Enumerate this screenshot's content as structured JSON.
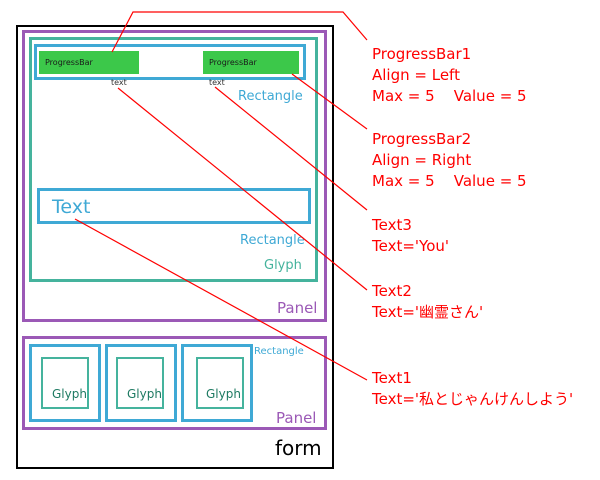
{
  "diagram": {
    "form_label": "form",
    "panel_label": "Panel",
    "rectangle_label": "Rectangle",
    "glyph_label": "Glyph",
    "progressbar_label": "ProgressBar",
    "small_text_label": "text",
    "text_label": "Text",
    "cells": [
      {
        "label": "Glyph"
      },
      {
        "label": "Glyph"
      },
      {
        "label": "Glyph"
      }
    ]
  },
  "annotations": {
    "progressbar1": {
      "name": "ProgressBar1",
      "line2": "Align = Left",
      "line3": "Max = 5    Value = 5"
    },
    "progressbar2": {
      "name": "ProgressBar2",
      "line2": "Align = Right",
      "line3": "Max = 5    Value = 5"
    },
    "text3": {
      "name": "Text3",
      "line2": "Text='You'"
    },
    "text2": {
      "name": "Text2",
      "line2": "Text='幽霊さん'"
    },
    "text1": {
      "name": "Text1",
      "line2": "Text='私とじゃんけんしよう'"
    }
  },
  "colors": {
    "annotation": "#ff0000",
    "panel": "#9b59b6",
    "rectangle": "#3fa9d5",
    "glyph": "#45b39d",
    "progressbar": "#3cc84a"
  }
}
